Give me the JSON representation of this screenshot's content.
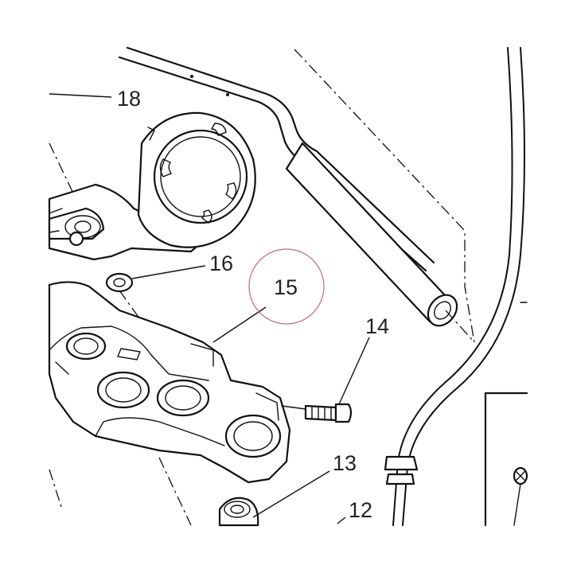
{
  "callouts": [
    {
      "id": "18",
      "label": "18"
    },
    {
      "id": "16",
      "label": "16"
    },
    {
      "id": "15",
      "label": "15",
      "highlighted": true
    },
    {
      "id": "14",
      "label": "14"
    },
    {
      "id": "13",
      "label": "13"
    },
    {
      "id": "12",
      "label": "12"
    }
  ],
  "colors": {
    "line": "#111111",
    "background": "#ffffff",
    "highlight_circle": "#c0687e"
  }
}
